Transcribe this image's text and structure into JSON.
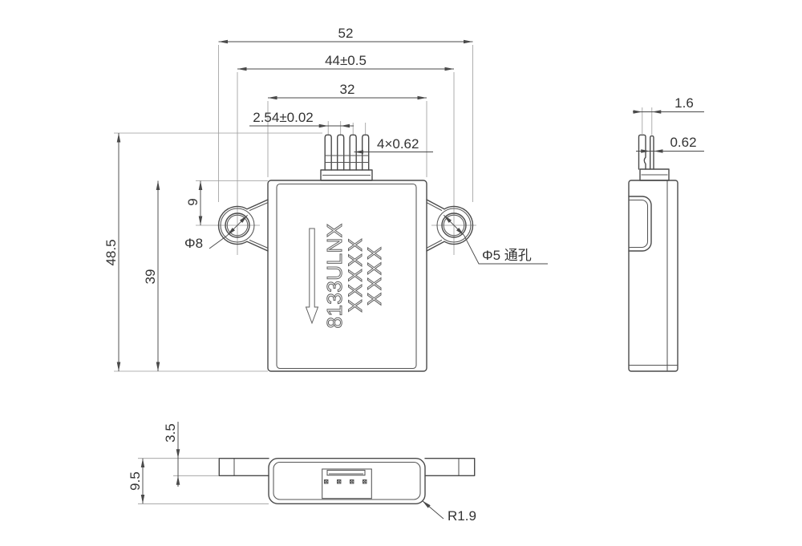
{
  "drawing": {
    "title": "current sensor module outline drawing",
    "part_marking": {
      "line1": "8133ULNX",
      "line2": "XXXXX",
      "line3": "XXXX"
    },
    "dims": {
      "overall_width": "52",
      "hole_spacing": "44±0.5",
      "body_width": "32",
      "pin_pitch": "2.54±0.02",
      "pin_width_front": "4×0.62",
      "overall_height": "48.5",
      "body_height": "39",
      "hole_center_offset": "9",
      "boss_diameter": "Φ8",
      "through_hole": "Φ5 通孔",
      "side_pin_spacing": "1.6",
      "side_pin_width": "0.62",
      "tab_thickness": "3.5",
      "body_thickness": "9.5",
      "corner_radius": "R1.9"
    },
    "colors": {
      "object_line": "#4a4a4a",
      "thin_line": "#9a9a9a",
      "dimension_text": "#333333",
      "marking_line": "#606060",
      "background": "#ffffff"
    }
  }
}
